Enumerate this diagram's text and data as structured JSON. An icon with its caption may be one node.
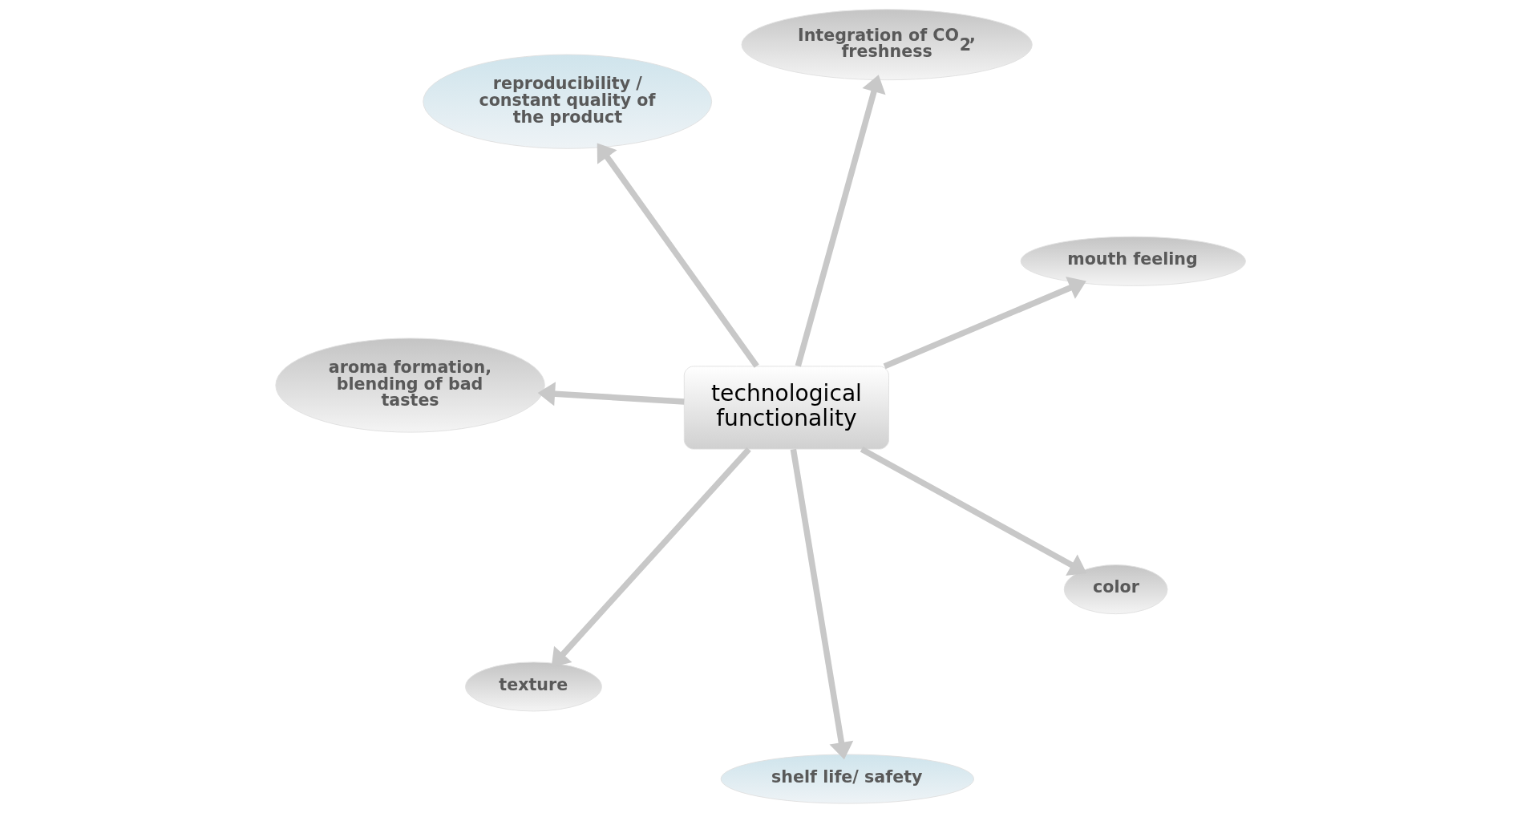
{
  "diagram": {
    "nodes": [
      {
        "text": [
          "aroma formation, blending of bad tastes"
        ]
      },
      {
        "text": [
          "mouth feeling"
        ]
      },
      {
        "text": [
          "shelf life/ safety"
        ]
      },
      {
        "text": [
          "Integration of CO$_{2}$, freshness"
        ]
      },
      {
        "text": [
          "technological functionality"
        ]
      },
      {
        "text": [
          "reproducibility / constant quality of the product"
        ]
      },
      {
        "text": [
          "texture"
        ]
      },
      {
        "text": [
          "color"
        ]
      }
    ],
    "edges": [
      {
        "from": 4,
        "to": 1,
        "arrow": "to"
      },
      {
        "from": 4,
        "to": 0,
        "arrow": "to"
      },
      {
        "from": 4,
        "to": 2,
        "arrow": "to"
      },
      {
        "from": 4,
        "to": 3,
        "arrow": "to"
      },
      {
        "from": 4,
        "to": 5,
        "arrow": "to"
      },
      {
        "from": 4,
        "to": 6,
        "arrow": "to"
      },
      {
        "from": 4,
        "to": 7,
        "arrow": "to"
      }
    ]
  }
}
